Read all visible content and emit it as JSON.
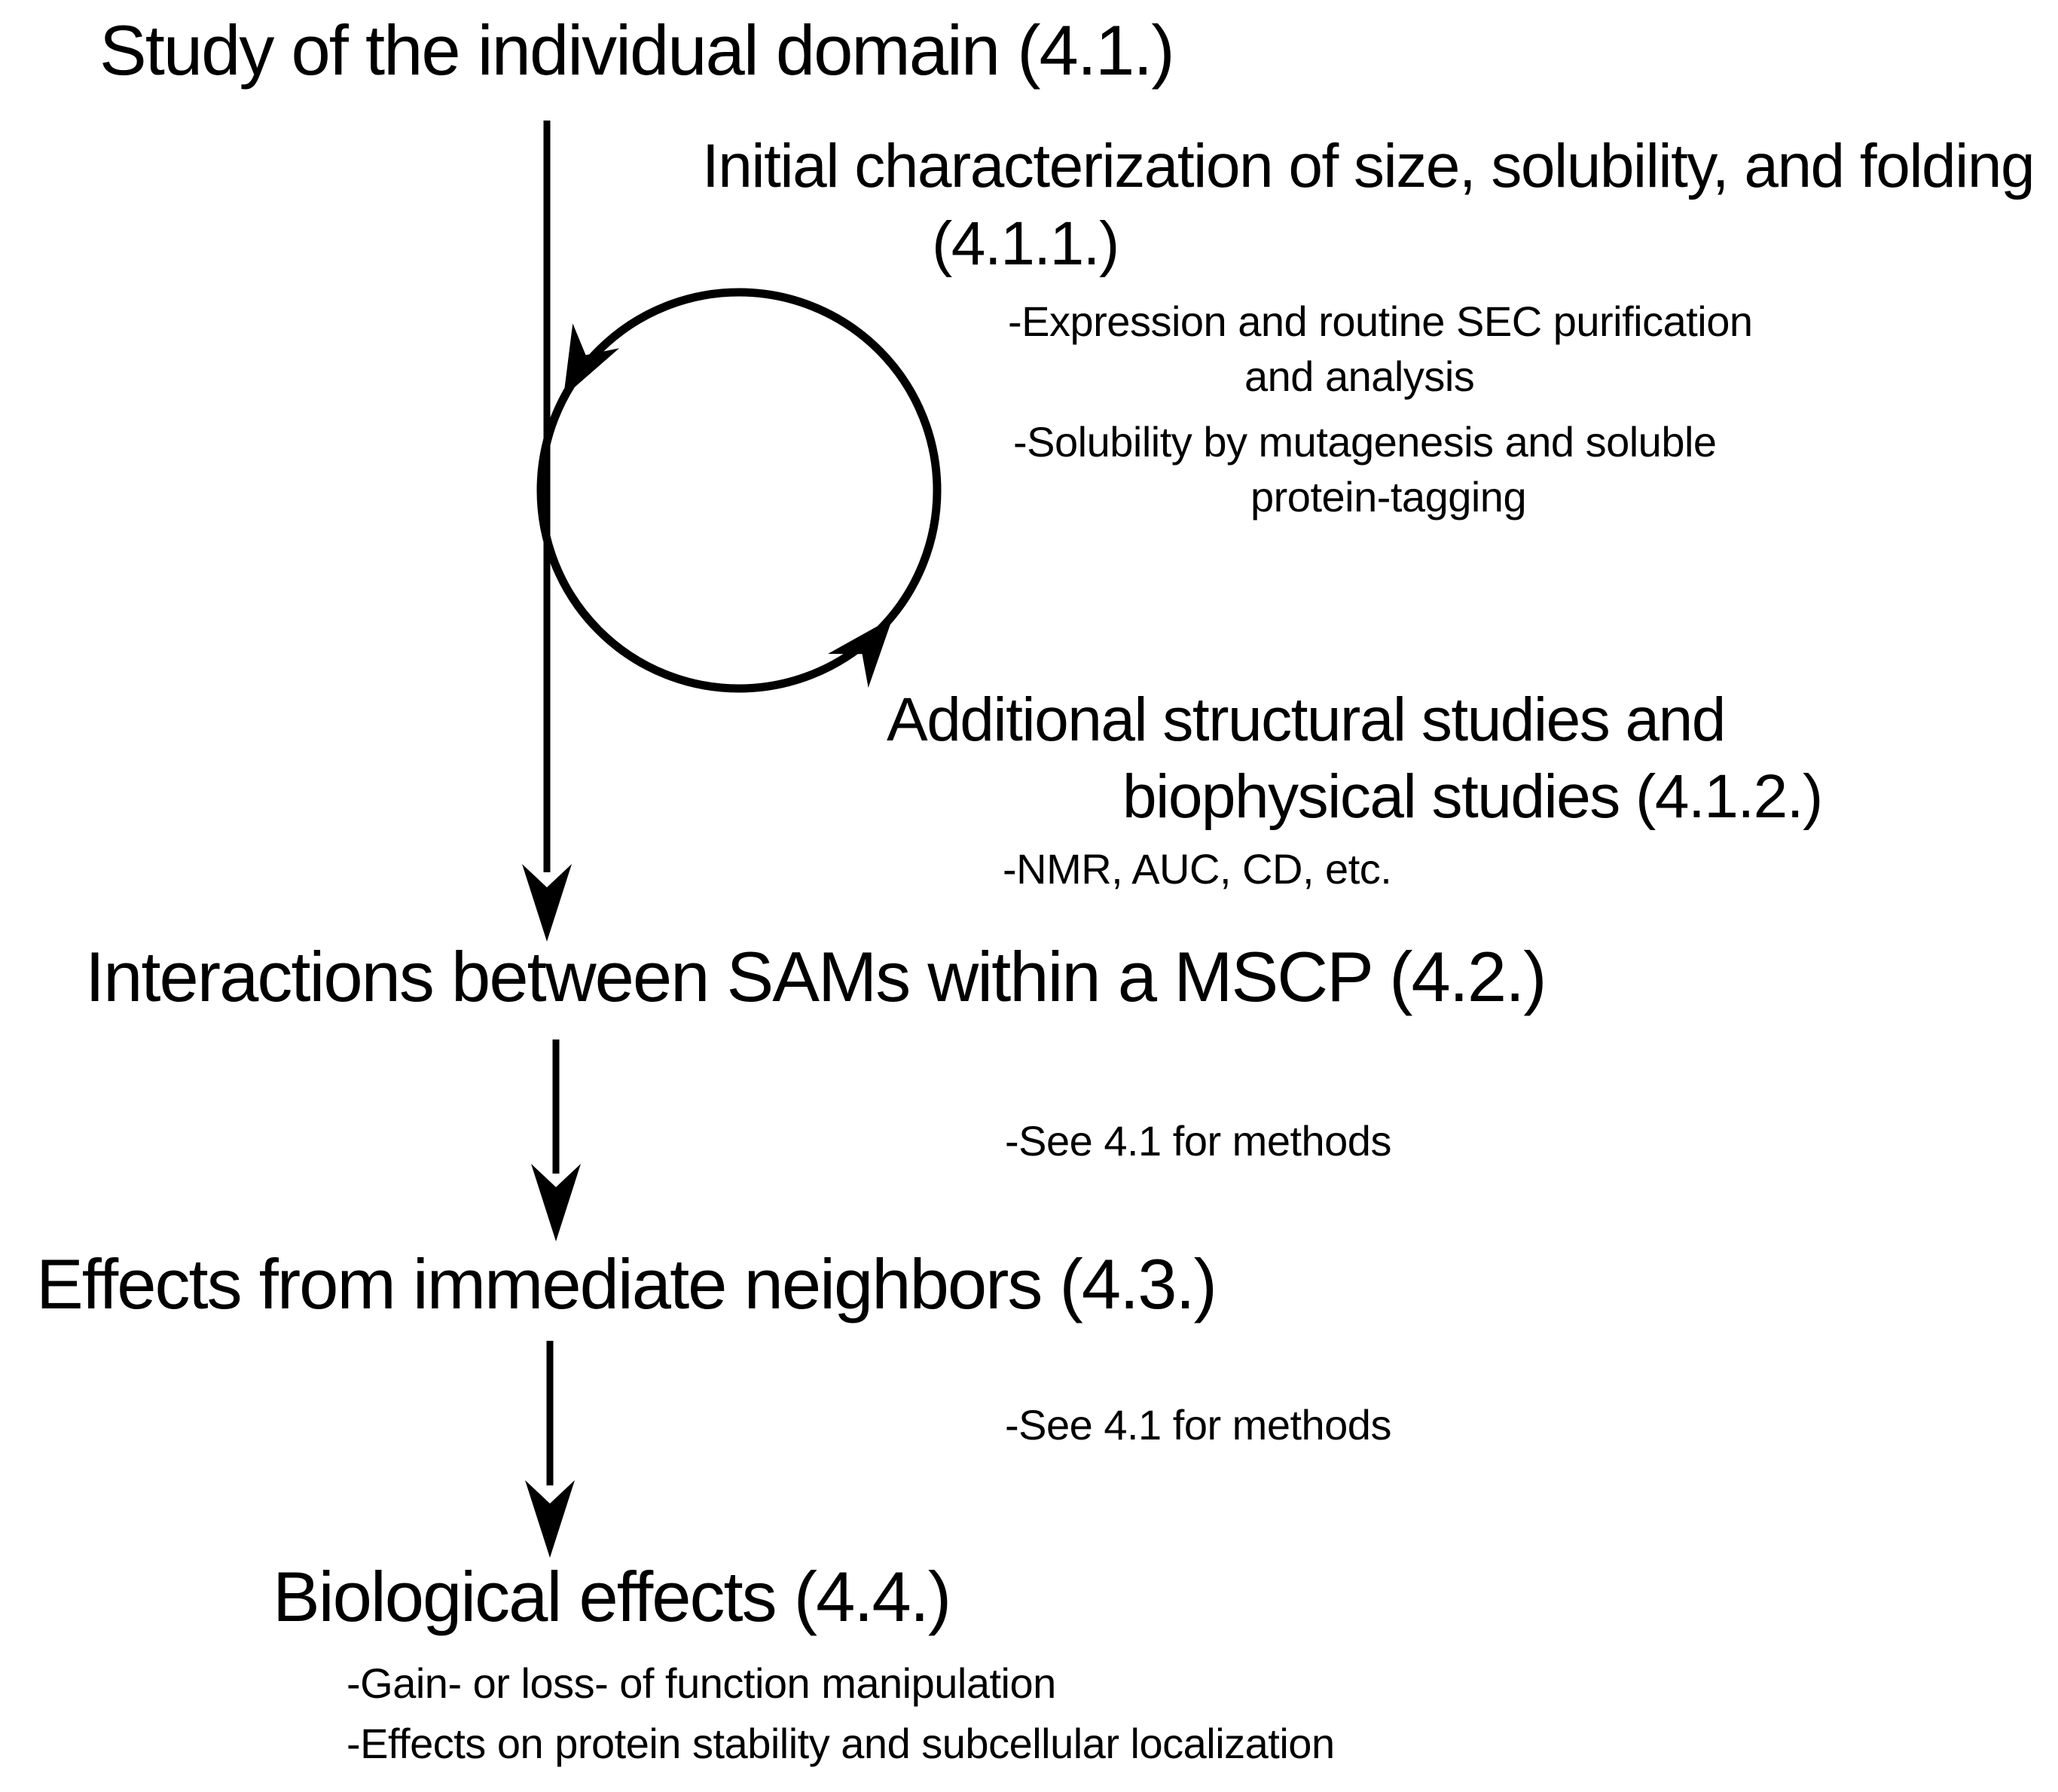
{
  "colors": {
    "ink": "#000000",
    "background": "#ffffff"
  },
  "figure": {
    "step_4_1": {
      "title": "Study of the individual domain (4.1.)"
    },
    "step_4_1_1": {
      "title_line1": "Initial characterization of size, solubility, and folding",
      "title_line2": "(4.1.1.)",
      "bullet_expression_line1": "-Expression and routine SEC purification",
      "bullet_expression_line2": "and analysis",
      "bullet_solubility_line1": "-Solubility by mutagenesis and soluble",
      "bullet_solubility_line2": "protein-tagging"
    },
    "step_4_1_2": {
      "title_line1": "Additional structural studies and",
      "title_line2": "biophysical studies (4.1.2.)",
      "bullet_methods": "-NMR, AUC, CD, etc."
    },
    "step_4_2": {
      "title": "Interactions between SAMs within a MSCP (4.2.)",
      "note": "-See 4.1 for methods"
    },
    "step_4_3": {
      "title": "Effects from immediate neighbors (4.3.)",
      "note": "-See 4.1 for methods"
    },
    "step_4_4": {
      "title": "Biological effects (4.4.)",
      "bullet_line1": "-Gain- or loss- of function manipulation",
      "bullet_line2": "-Effects on protein stability and subcellular localization"
    }
  }
}
